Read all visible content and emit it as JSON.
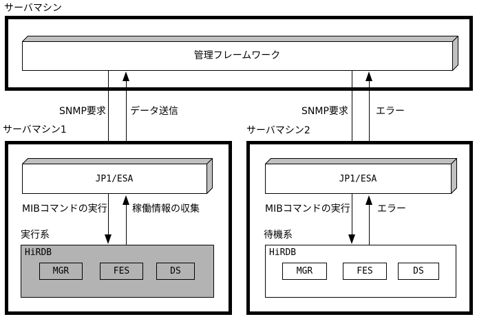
{
  "colors": {
    "background": "#ffffff",
    "line": "#000000",
    "face_gray": "#c0c0c0",
    "active_db_fill": "#b3b3b3",
    "standby_db_fill": "#ffffff"
  },
  "top_server": {
    "label": "サーバマシン",
    "framework": "管理フレームワーク",
    "left_request": "SNMP要求",
    "left_response": "データ送信",
    "right_request": "SNMP要求",
    "right_response": "エラー"
  },
  "server1": {
    "label": "サーバマシン1",
    "agent": "JP1/ESA",
    "down_arrow_label": "MIBコマンドの実行",
    "up_arrow_label": "稼働情報の収集",
    "system_type": "実行系",
    "db_name": "HiRDB",
    "components": [
      "MGR",
      "FES",
      "DS"
    ]
  },
  "server2": {
    "label": "サーバマシン2",
    "agent": "JP1/ESA",
    "down_arrow_label": "MIBコマンドの実行",
    "up_arrow_label": "エラー",
    "system_type": "待機系",
    "db_name": "HiRDB",
    "components": [
      "MGR",
      "FES",
      "DS"
    ]
  }
}
